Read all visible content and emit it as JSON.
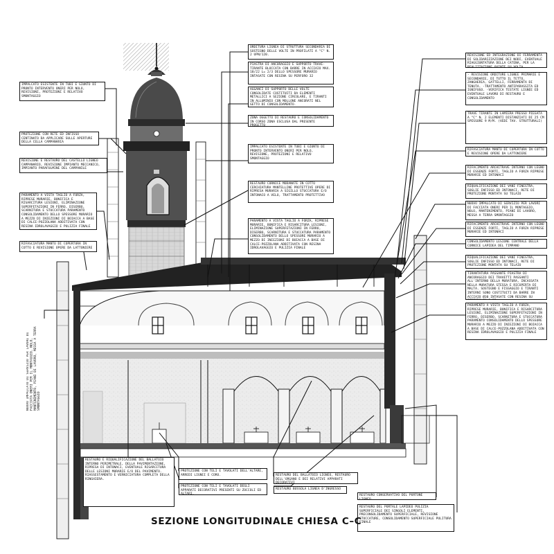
{
  "title": "SEZIONE LONGITUDINALE CHIESA C–C",
  "notes": {
    "n1": "ORDITURA LIGNEA DI STRUTTURA SECONDARIA DI SOSTEGNO DELLE VOLTE IN PROFILATI A \"C\" n. 2 UPN/120.",
    "n2": "PIASTRA DI ANCORAGGIO E SUPPORTO TRAVE-TIRANTE BLOCCATA CON BARRE IN ACCIAIO MAX. 18/22 L= 2/3 DELLO SPESSORE MURARIO INTASATE CON RESINA SU PERFORO 32",
    "n3": "AGGANCI DI SUPPORTO DELLE VOLTE CONSOLIDATE COSTITUITI DA ELEMENTI METALLICI A SEZIONE CIRCOLARE, E TIRANTI IN ALLUMINIO CON MOLLONE ANCORATI NEL GETTO DI CONSOLIDAMENTO.",
    "n4": "ZONA OGGETTO DI RESTAURO E CONSOLIDAMENTO IN CORSO ZONA ESCLUSA DAL PRESENTE PROGETTO",
    "n5": "IMPALCATO ESISTENTE IN TUBI E GIUNTO DI PRONTO INTERVENTO ONERI PER NOLO, REVISIONE, PROTEZIONI E RELATIVO SMONTAGGIO",
    "n6": "RESTAURO CORNICE MODANATE IN COTTO CERCHIATURA MANTELLINE PROTETTIVE OPERE DI RIPRESA MURARIA A SIGILLO STUCCATURA E/O INTONACO A VELO, TRATTAMENTO PROTETTIVO",
    "n7": "PARAMENTO A VISTA TAGLIO A FORZA, RIPRESE MURARIE, BONIFICA E RISARCITURA LESIONI, ELIMINAZIONE SUPERFETAZIONI IN FERRO, DISERBO, SCARNITURA E STUCCATURA PARAMENTO CONSOLIDAMENTO DELLO SPESSORE MURARIO A MEZZO DI INIEZIONI DI BOIACCA A BASE DI CALCE-POZZOLANA ADDITIVATA CON RESINA IDROLAVAGGIO E PULIZIA FINALE",
    "l1": "IMPALCATO ESISTENTE IN TUBI E GIUNTO DI PRONTO INTERVENTO ONERI PER NOLO, REVISIONI, PROTEZIONI E RELATIVO SMONTAGGIO",
    "l2": "PROTEZIONE CON RETE ED INFISSO CENTINATO DA APPLICARE SULLE APERTURE DELLA CELLA CAMPANARIA",
    "l3": "REVISIONE E RESTAURO DEL CASTELLO LIGNEO CAMPANARIO, REVISIONE IMPIANTO MECCANICO, IMPIANTO PARAFULMINE DEL CAMPANILE",
    "l4": "PARAMENTO A VISTA TAGLIO A FORZA, RIPRESE MURARIE, BONIFICA E RISARCITURA LESIONI, ELIMINAZIONE SUPERFETAZIONI IN FERRO, DISERBO, SCARNITURA E STUCCATURA PARAMENTO CONSOLIDAMENTO DELLO SPESSORE MURARIO A MEZZO DI INIEZIONI DI BOIACCA A BASE DI CALCE-POZZOLANA ADDITIVATA CON RESINA IDROLAVAGGIO E PULIZIA FINALE",
    "l5": "RIFASCIATURA MANTO DI COPERTURA IN COTTO E REVISIONE OPERE DA LATTONIERE",
    "r1": "REVISIONE ED INTEGRAZIONE DI FERRAMENTA DI SOLIDARIZZAZIONE DEI NODI, EVENTUALE RIAGGIUNTATURA DELLA CATENA, PER LA REALIZZAZIONE QUINTE SU VOLTA",
    "r2": "- REVISIONE ORDITURE LIGNEE PRIMARIE E SECONDARIE, DI TUTTO IL TETTO, ZANGHERIA, GATTELLI, FERRAMENTA DI TENUTA. -TRATTAMENTO ANTIPARASSITA ED IGNIFUGO. -VERIFICA TESTATE LIGNEE ED EVENTUALE LAVORO DI RESTAURO E CONSOLIDAMENTO",
    "r3": "TRAVE TIRANTE IN LAMIERA PRESSO PIEGATA A \"C\" n. 2 ELEMENTI DISTANZIATI DI 25 cm spessore 9 m/m. (vedi tav. strutturali)",
    "r4": "RIFASCIATURA MANTO DI COPERTURA IN COTTO E REVISIONE OPERE DA LATTONIERE",
    "r5": "RIFACIMENTO ARCHITRAVE INTERNO CON LEGNO DI ESSENZE FORTI, TAGLIO A FORZA RIPRESE MURARIE ED INTONACI",
    "r6": "RIQUALIFICAZIONE DEI VANI FINESTRA, SOGLIE INFISSO ED INTONACI, RETE DI PROTEZIONE MONTATA SU TELAIO",
    "r7": "NUOVO IMPALCATO DI SERVIZIO PER LAVORI DI FACCIATA ONERI PER IL MONTAGGIO, NOLO, MANTENIMENTO, PIANI DI LAVORO, MESSA A TERRA SMONTAGGIO",
    "r8": "RIFACIMENTO ARCHITRAVE INTERNO CON LEGNO DI ESSENZE FORTI, TAGLIO A FORZA RIPRESE MURARIE ED INTONACI",
    "r9": "CONSOLIDAMENTO LESIONE CENTRALE DELLA CORNICE LAPIDEA DEL TIMPANO",
    "r10": "RIQUALIFICAZIONE DEI VANI FINESTRA, SOGLIE INFISSO ED INTONACI, RETE DI PROTEZIONE MONTATA SU TELAIO",
    "r11": "TIRANTATURA PASSANTE PIASTRA DI ANCORAGGIO DEI TRAVETTI PASSANTI ALL'INTERNO DELLA MURATURA, INCASSATA NELLA MURATURA STESSA E RICOPERTA DI MALTA. SOSTEGNO E FISSAGGIO E TIRANTI INTERNI SONO COSTITUITI DA BARRE IN ACCIAIO Ø30 INTASATE CON RESINA SU PERFORO Ø4 0,35",
    "r12": "PARAMENTO A VISTA TAGLIO A FORZA, RIPRESE MURARIE, BONIFICA E RISARCITURA LESIONI, ELIMINAZIONE SUPERFETAZIONI IN FERRO, DISERBO, SCARNITURA E STUCCATURA PARAMENTO CONSOLIDAMENTO DELLO SPESSORE MURARIO A MEZZO DI INIEZIONI DI BOIACCA A BASE DI CALCE-POZZOLANA ADDITIVATA CON RESINA IDROLAVAGGIO E PULIZIA FINALE",
    "b1": "RESTAURO E RIQUALIFICAZIONE DEL BALLATOIO INTERNO PERIMETRALE, DELLA PAVIMENTAZIONE, RIPRESA DI INTONACI, EVENTUALE RISARCITURA DELLE LESIONI MURARIE E/O DEL PAVIMENTO. RIASSESTAMENTO E VERNICIATURA COMPLETA DELLA RINGHIERA.",
    "b2": "PROTEZIONE CON TELI E TAVOLATI DELL'ALTARE, ARREDI LIGNEI E CORO.",
    "b3": "PROTEZIONE CON TELI E TAVOLATI DEGLI APPARATI DECORATIVI PRESENTI SU ZOCCOLI ED ALTARI.",
    "b4": "RESTAURO DEL BALLATOIO LIGNEO, RESTAURO DELL'ORGANO E DEI RELATIVI APPARATI DECORATIVI",
    "b5": "RESTAURO BUSSOLA LIGNEA D'INGRESSO",
    "b6": "RESTAURO CONSERVATIVO DEL PORTONE LIGNEO",
    "b7": "RESTAURO DEL PORTALE LAPIDEO PULIZIA SUPERFICIALE DEI SINGOLI ELEMENTI, PRECONSOLIDAMENTO SUPERFICIALE, REVISIONE STUCCATURE, CONSOLIDAMENTO SUPERFICIALE PULITURA FINALE",
    "v1": "NUOVO IMPALCATO DI SERVIZIO PER LAVORI DI FACCIATA ONERI PER IL MONTAGGIO, NOLO, MANTENIMENTO, PIANI DI LAVORO, MESSA A TERRA SMONTAGGIO"
  }
}
